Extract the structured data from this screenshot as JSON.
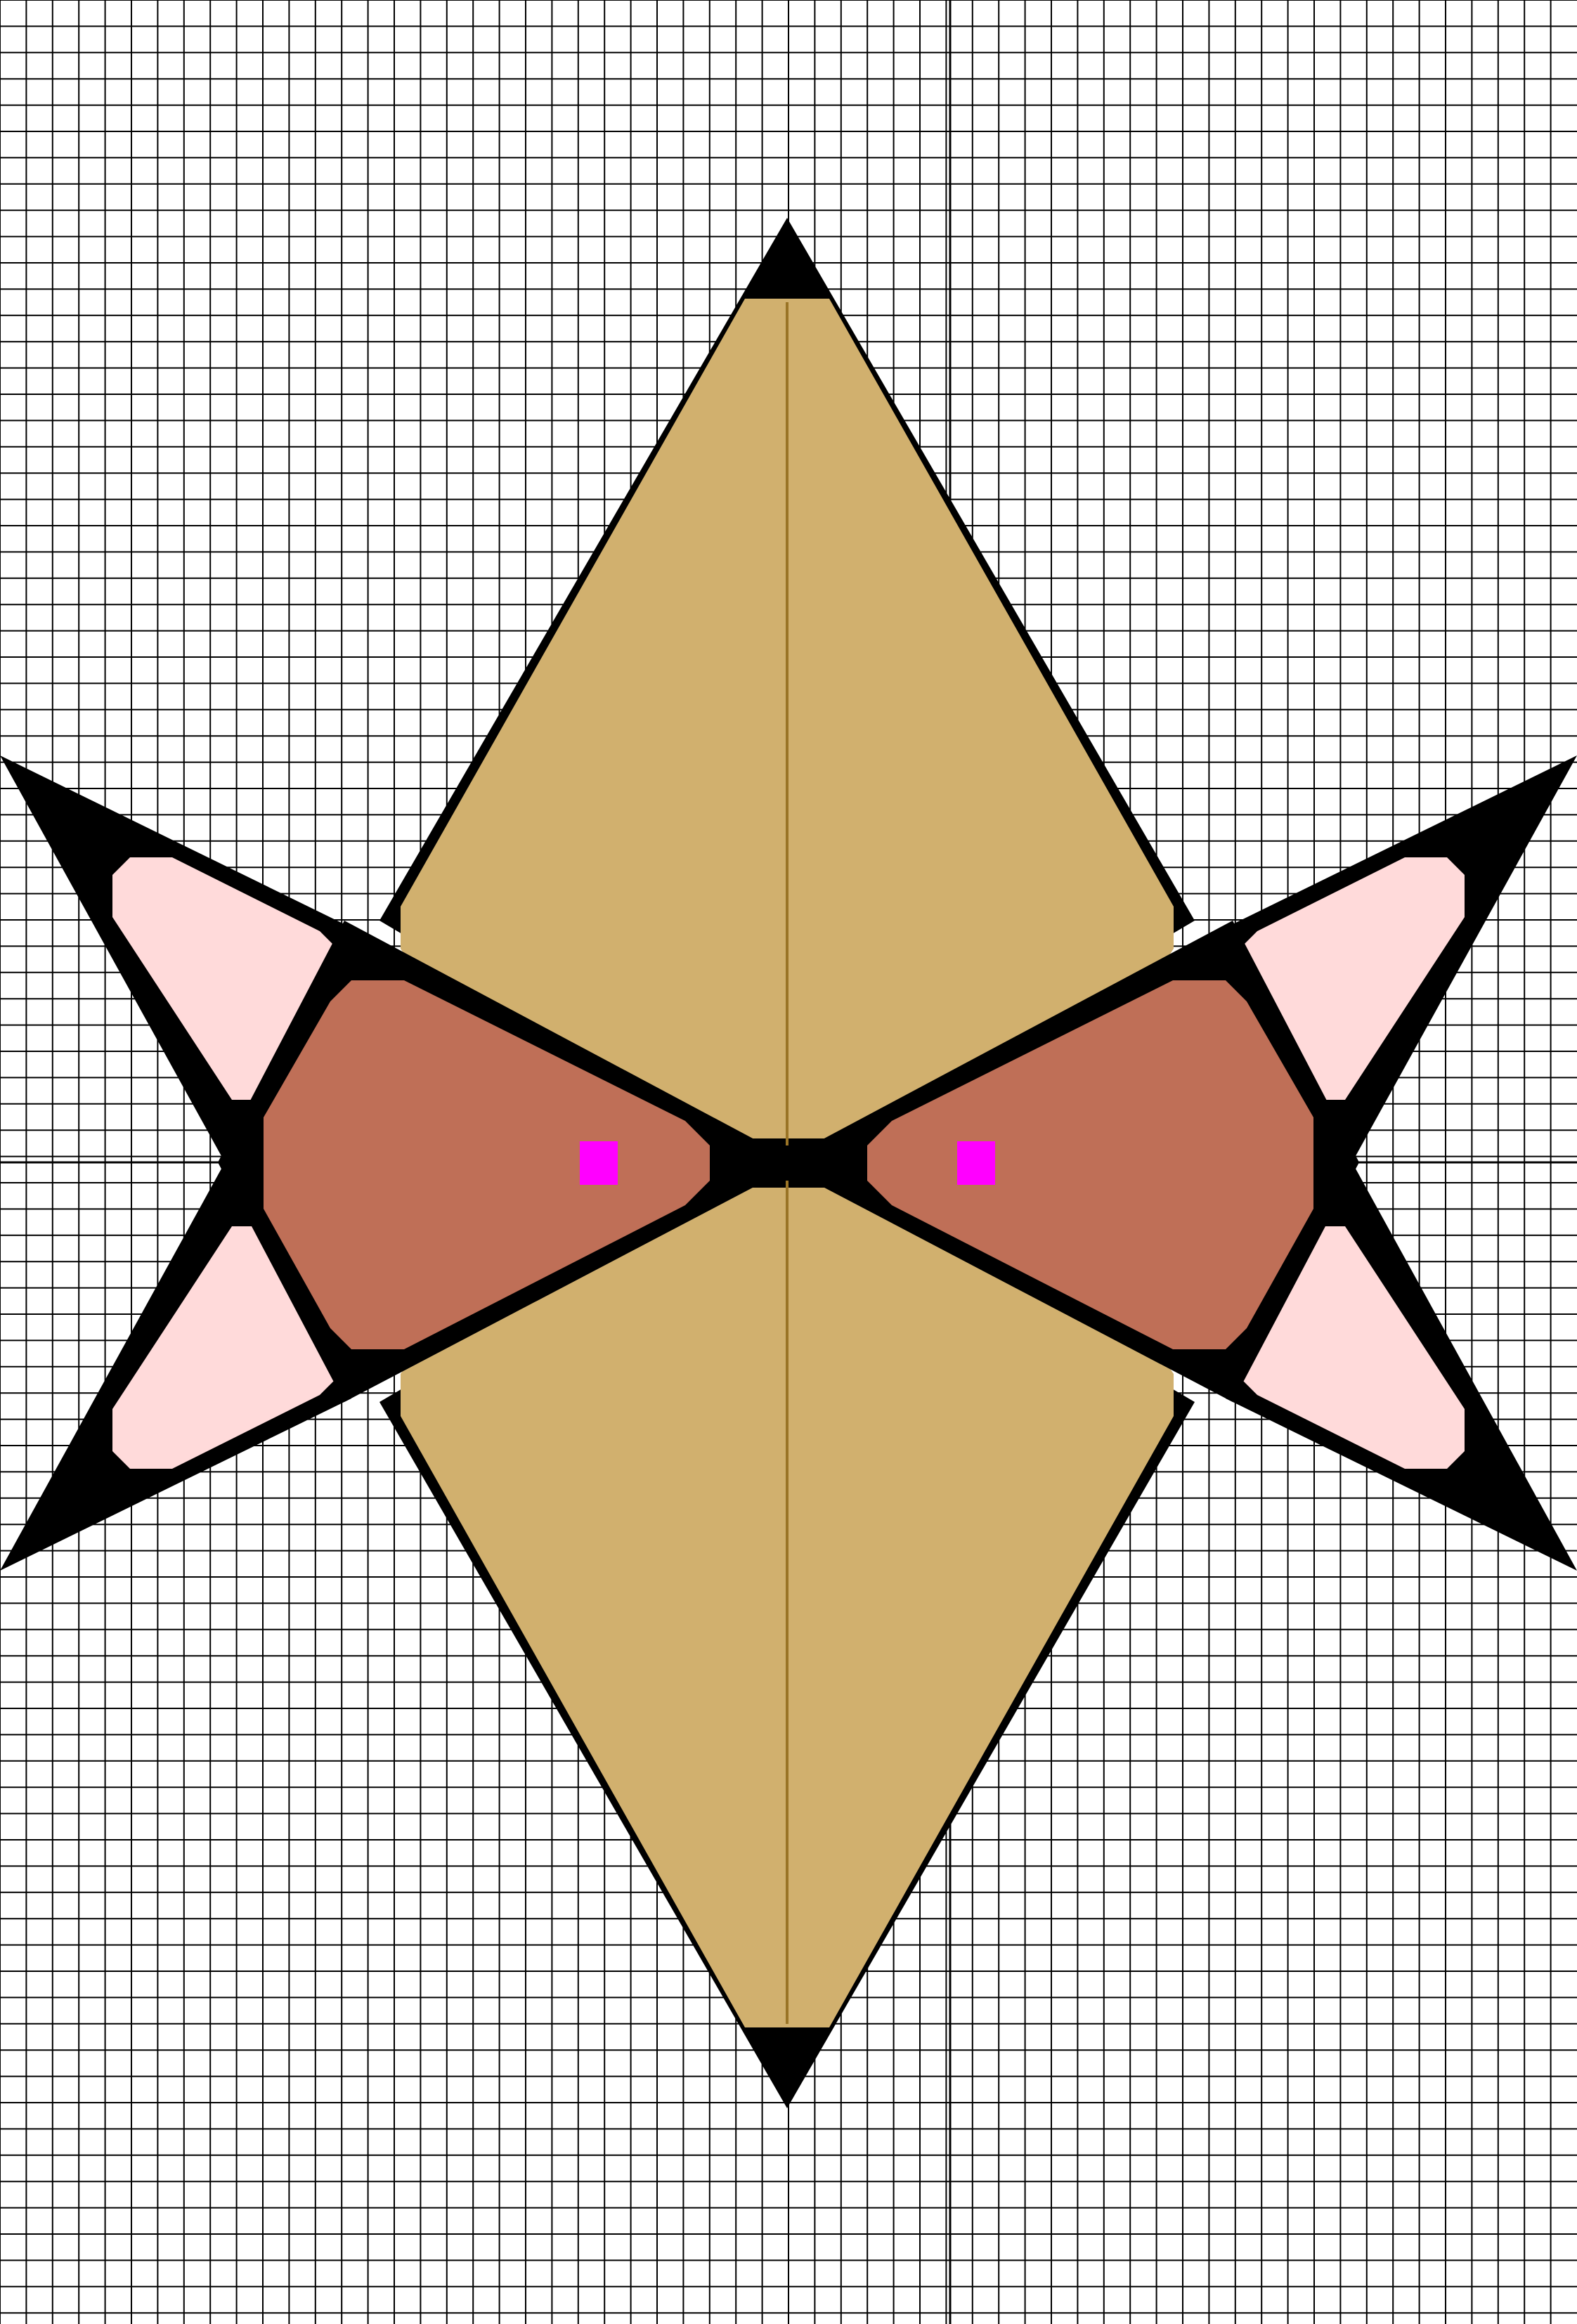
{
  "canvas": {
    "background": "#ffffff",
    "grid_color": "#000000",
    "axis_color": "#000000"
  },
  "shapes": {
    "tan_kite": {
      "name": "center-kite",
      "fill": "#d1b06e",
      "stroke": "#000000"
    },
    "red_triangles": {
      "name": "inner-triangles",
      "fill": "#bf6f57",
      "stroke": "#000000"
    },
    "pink_petals": {
      "name": "outer-petals",
      "fill": "#ffdada",
      "stroke": "#000000"
    },
    "markers": {
      "name": "center-markers",
      "fill": "#ff00ff",
      "count": 2
    }
  },
  "description_labels": []
}
